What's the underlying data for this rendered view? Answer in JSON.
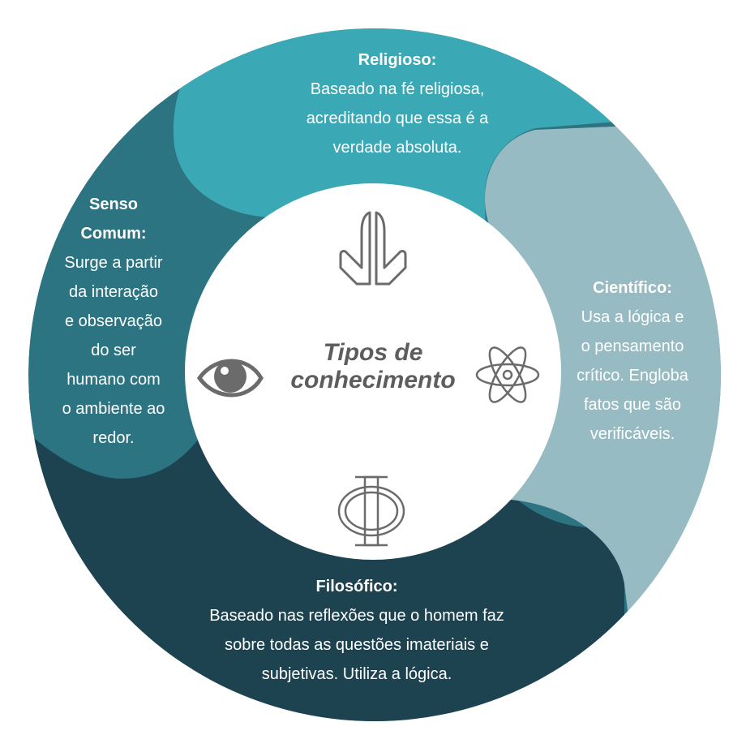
{
  "center": {
    "title_lines": [
      "Tipos de",
      "conhecimento"
    ]
  },
  "segments": {
    "religioso": {
      "title": "Religioso:",
      "lines": [
        "Baseado na fé religiosa,",
        "acreditando que essa é a",
        "verdade absoluta."
      ],
      "color": "#3BA9B5",
      "icon": "praying-hands-icon"
    },
    "cientifico": {
      "title": "Científico:",
      "lines": [
        "Usa a lógica e",
        "o pensamento",
        "crítico. Engloba",
        "fatos que são",
        "verificáveis."
      ],
      "color": "#97BBC2",
      "icon": "atom-icon"
    },
    "filosofico": {
      "title": "Filosófico:",
      "lines": [
        "Baseado nas reflexões que o homem faz",
        "sobre todas as questões imateriais e",
        "subjetivas. Utiliza a lógica."
      ],
      "color": "#1D4351",
      "icon": "phi-icon"
    },
    "senso_comum": {
      "title_lines": [
        "Senso",
        "Comum:"
      ],
      "lines": [
        "Surge a partir",
        "da interação",
        "e observação",
        "do ser",
        "humano com",
        "o ambiente ao",
        "redor."
      ],
      "color": "#2D7482",
      "icon": "eye-icon"
    }
  },
  "colors": {
    "center_fill": "#FFFFFF",
    "icon_stroke": "#6B6B6B",
    "title_text": "#5D5D5D"
  }
}
